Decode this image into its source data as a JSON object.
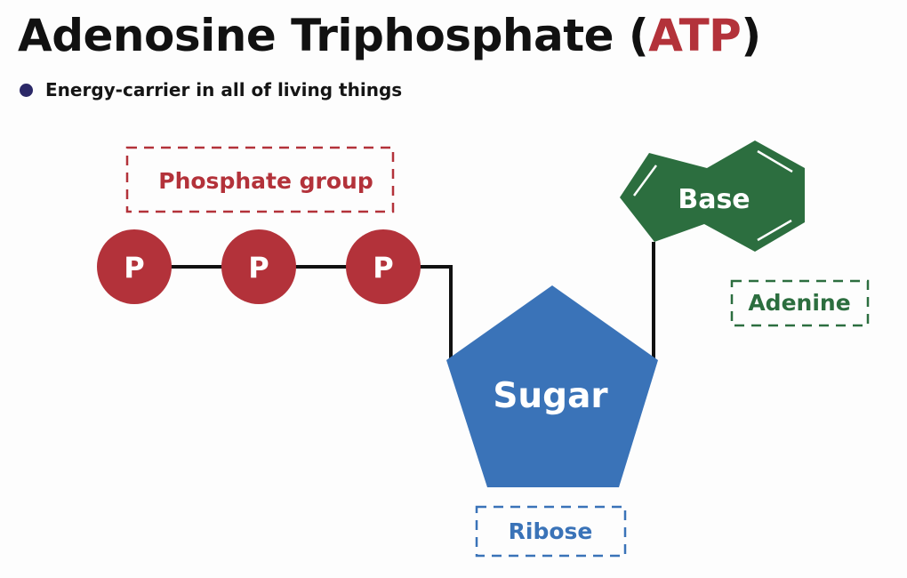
{
  "title": {
    "main": "Adenosine Triphosphate (",
    "accent": "ATP",
    "close": ")"
  },
  "bullet": "Energy-carrier in all of living things",
  "labels": {
    "phosphate_group": "Phosphate group",
    "adenine": "Adenine",
    "ribose": "Ribose"
  },
  "molecule": {
    "phosphates": [
      "P",
      "P",
      "P"
    ],
    "sugar": "Sugar",
    "base": "Base"
  },
  "colors": {
    "phosphate": "#b3323a",
    "sugar": "#3a73b8",
    "base": "#2c6e3f",
    "title_accent": "#b3323a",
    "bond": "#111111",
    "bullet": "#2b2867"
  }
}
